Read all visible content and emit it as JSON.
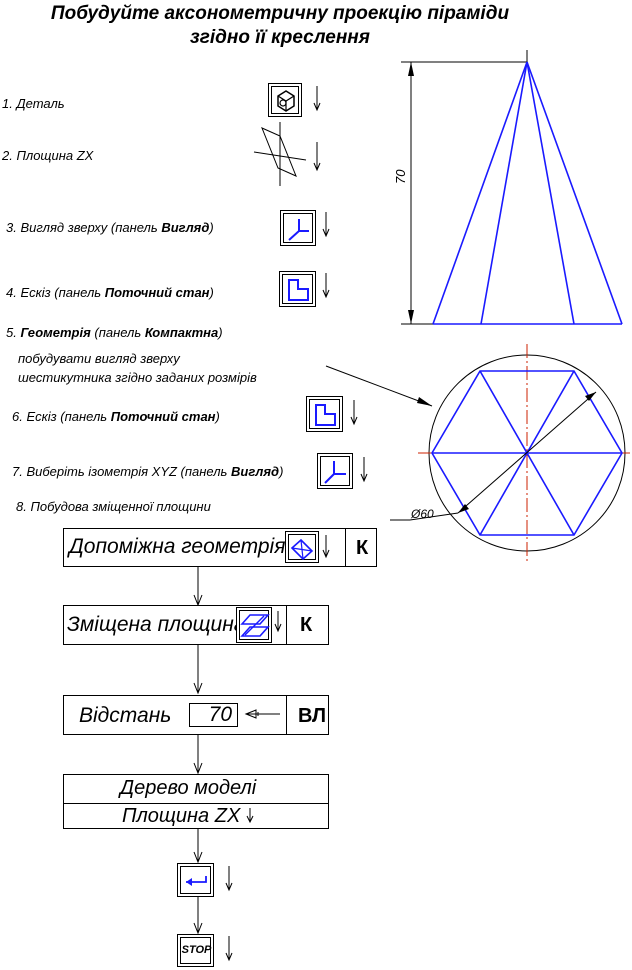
{
  "title": {
    "line1": "Побудуйте аксонометричну проекцію піраміди",
    "line2": "згідно її креслення"
  },
  "steps": [
    {
      "prefix": "1. Деталь",
      "bold": "",
      "suffix": "",
      "icon": "detail-icon"
    },
    {
      "prefix": "2. Площина ZX",
      "bold": "",
      "suffix": "",
      "icon": "plane-zx-icon"
    },
    {
      "prefix": "3. Вигляд зверху (панель ",
      "bold": "Вигляд",
      "suffix": ")",
      "icon": "top-view-icon"
    },
    {
      "prefix": "4. Ескіз (панель ",
      "bold": "Поточний стан",
      "suffix": ")",
      "icon": "sketch-icon"
    },
    {
      "prefix": "5. ",
      "bold": "Геометрія",
      "suffix": " (панель ",
      "bold2": "Компактна",
      "suffix2": ")",
      "icon": ""
    },
    {
      "prefix": "6. Ескіз  (панель ",
      "bold": "Поточний стан",
      "suffix": ")",
      "icon": "sketch-icon"
    },
    {
      "prefix": "7. Виберіть ізометрія XYZ (панель ",
      "bold": "Вигляд",
      "suffix": ")",
      "icon": "isometric-icon"
    },
    {
      "prefix": "8. Побудова зміщенної площини",
      "bold": "",
      "suffix": "",
      "icon": ""
    }
  ],
  "step5_note": {
    "line1": "побудувати вигляд зверху",
    "line2": "шестикутника згідно заданих розмірів"
  },
  "drawing": {
    "height_dim": "70",
    "diameter_dim": "Ø60",
    "line_color": "#1a1aff",
    "axis_color": "#cc2200"
  },
  "flow": {
    "aux_geometry": {
      "label": "Допоміжна геометрія",
      "key": "К"
    },
    "offset_plane": {
      "label": "Зміщена площина",
      "key": "К"
    },
    "distance": {
      "label": "Відстань",
      "value": "70",
      "key": "ВЛ"
    },
    "model_tree": {
      "label": "Дерево моделі",
      "item": "Площина ZX"
    },
    "stop": "STOP"
  }
}
